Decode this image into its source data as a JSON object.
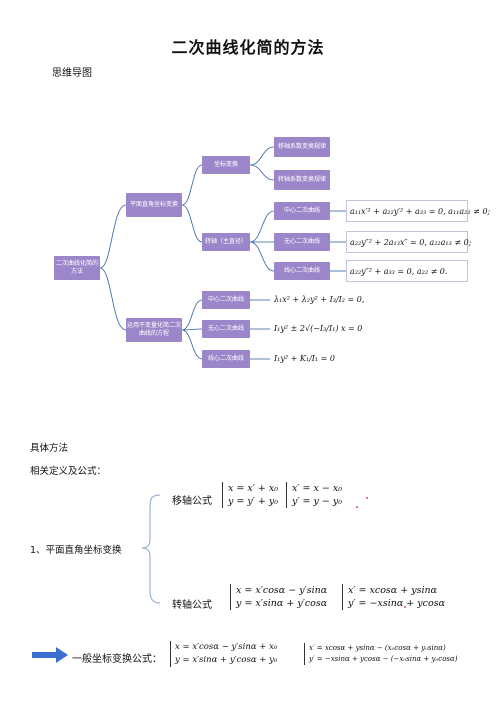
{
  "title": "二次曲线化简的方法",
  "mindmap_label": "思维导图",
  "mindmap": {
    "root": "二次曲线化简的方法",
    "branch1": "平面直角坐标变换",
    "branch2": "运用不变量化简二次曲线的方程",
    "coord_transform": "坐标变换",
    "translate_sub": "移轴系数变换规律",
    "rotate_sub": "转轴系数变换规律",
    "rotate_principal": "转轴（主直径）",
    "center_curve": "中心二次曲线",
    "no_center_curve": "无心二次曲线",
    "line_center_curve": "线心二次曲线",
    "f_center": "a₁₁x′² + a₂₂y′² + a₃₃ = 0,   a₁₁a₂₂ ≠ 0;",
    "f_nocenter": "a₂₂y″² + 2a₁₃x″ = 0,   a₂₂a₁₃ ≠ 0;",
    "f_linecenter": "a₂₂y″² + a₃₃ = 0,   a₂₂ ≠ 0.",
    "inv_center": "中心二次曲线",
    "inv_nocenter": "无心二次曲线",
    "inv_linecenter": "线心二次曲线",
    "g_center": "λ₁x² + λ₂y² + I₃/I₂ = 0,",
    "g_nocenter": "I₁y² ± 2√(−I₃/I₁) x = 0",
    "g_linecenter": "I₁y² + K₁/I₁ = 0"
  },
  "specific_methods": "具体方法",
  "definitions": "相关定义及公式：",
  "section1": "1、平面直角坐标变换",
  "translate_label": "移轴公式",
  "translate_formula_a": [
    "x = x′ + x₀",
    "y = y′ + y₀"
  ],
  "translate_formula_b": [
    "x′ = x − x₀",
    "y′ = y − y₀"
  ],
  "rotate_label": "转轴公式",
  "rotate_formula_a": [
    "x = x′cosα − y′sinα",
    "y = x′sinα + y′cosα"
  ],
  "rotate_formula_b": [
    "x′ = xcosα + ysinα",
    "y′ = −xsinα + ycosα"
  ],
  "general_label": "一般坐标变换公式：",
  "general_formula_a": [
    "x = x′cosα − y′sinα + x₀",
    "y = x′sinα + y′cosα + y₀"
  ],
  "general_formula_b": [
    "x′ = xcosα + ysinα − (x₀cosα + y₀sinα)",
    "y′ = −xsinα + ycosα − (−x₀sinα + y₀cosα)"
  ],
  "colors": {
    "node": "#9b86c9",
    "connector": "#2f5fa0",
    "arrow": "#3366cc",
    "mark": "#d9534f"
  }
}
